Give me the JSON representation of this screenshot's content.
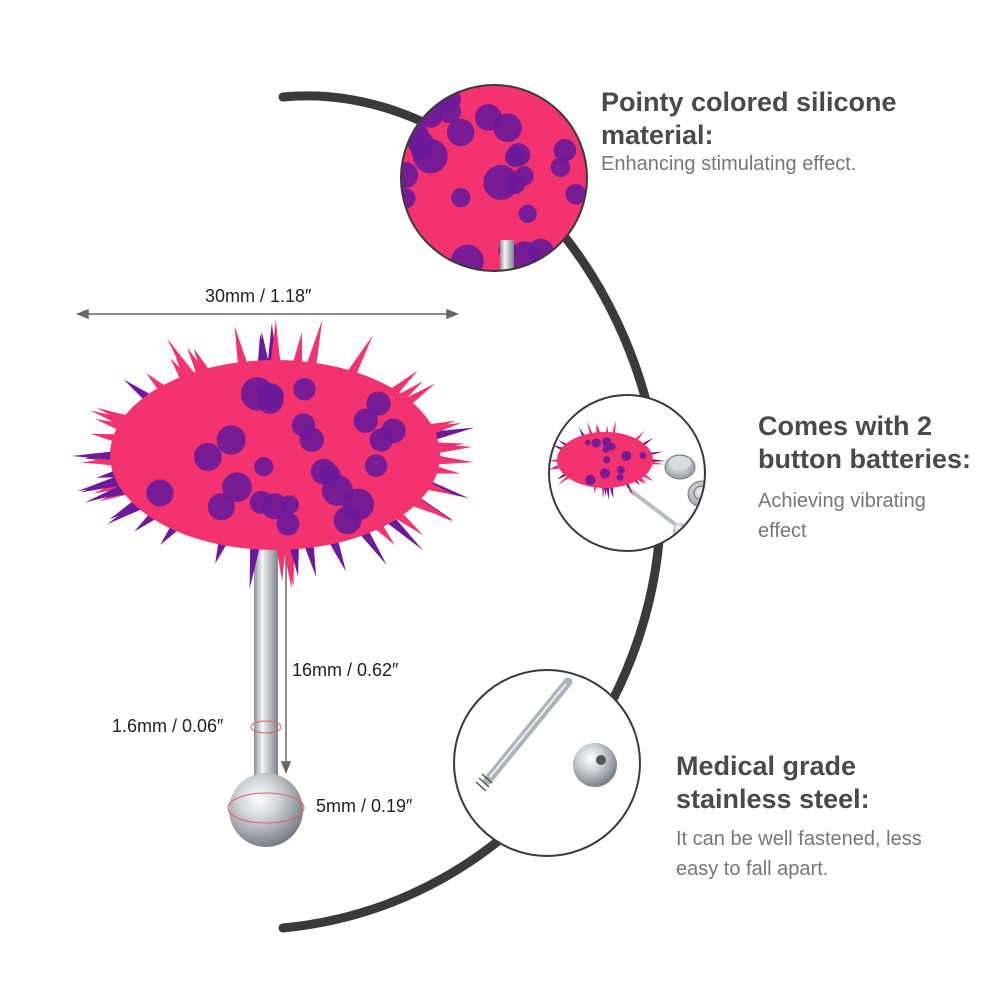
{
  "dimensions": {
    "width": "30mm / 1.18″",
    "length": "16mm / 0.62″",
    "gauge": "1.6mm / 0.06″",
    "ball": "5mm / 0.19″"
  },
  "features": [
    {
      "title_line1": "Pointy colored silicone",
      "title_line2": "material:",
      "desc_line1": "Enhancing stimulating effect.",
      "desc_line2": ""
    },
    {
      "title_line1": "Comes with 2",
      "title_line2": "button batteries:",
      "desc_line1": "Achieving vibrating",
      "desc_line2": "effect"
    },
    {
      "title_line1": "Medical grade",
      "title_line2": "stainless steel:",
      "desc_line1": "It can be well fastened, less",
      "desc_line2": "easy to fall apart."
    }
  ],
  "colors": {
    "silicone_pink": "#f2336f",
    "silicone_purple": "#6a1a9a",
    "steel": "#c8ccd1",
    "arc": "#3a3a3a",
    "title": "#4a4a4a",
    "desc": "#777777"
  }
}
